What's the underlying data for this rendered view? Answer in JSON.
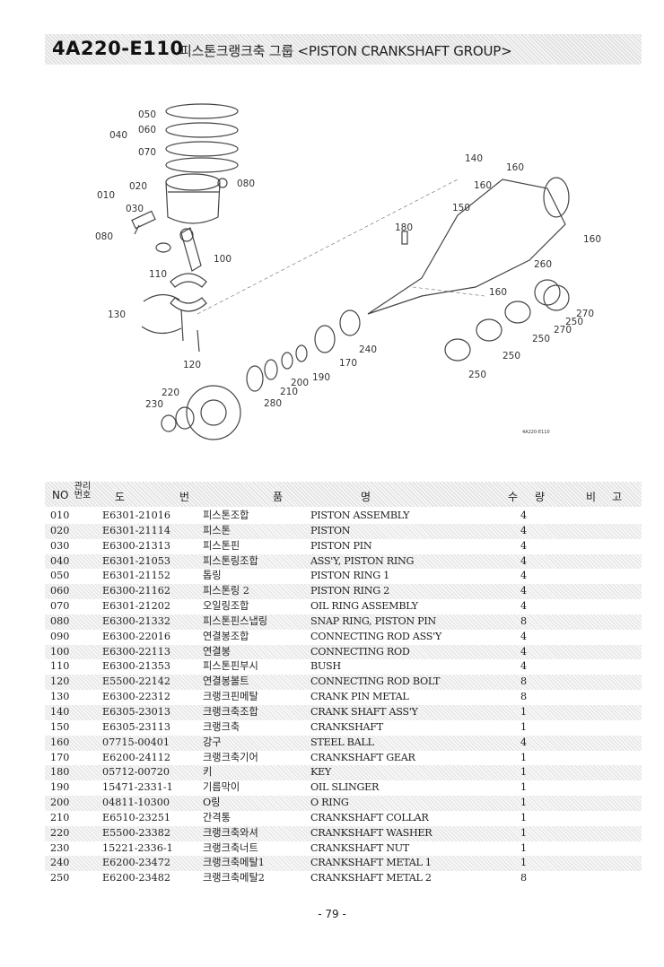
{
  "header": {
    "part_code": "4A220-E110",
    "title": "피스톤크랭크축 그룹 <PISTON CRANKSHAFT GROUP>"
  },
  "diagram": {
    "callouts": [
      "050",
      "040",
      "060",
      "070",
      "020",
      "080",
      "010",
      "030",
      "080",
      "110",
      "100",
      "130",
      "120",
      "140",
      "160",
      "160",
      "150",
      "180",
      "160",
      "260",
      "160",
      "250",
      "270",
      "270",
      "250",
      "240",
      "250",
      "170",
      "200",
      "190",
      "210",
      "280",
      "220",
      "230",
      "250"
    ],
    "figure_id": "4A220-E110"
  },
  "table": {
    "headers": {
      "no": "NO",
      "mgmt_no": "관리 번호",
      "part_no_1": "도",
      "part_no_2": "번",
      "name_1": "품",
      "name_2": "명",
      "qty_1": "수",
      "qty_2": "량",
      "remarks_1": "비",
      "remarks_2": "고"
    },
    "rows": [
      {
        "no": "010",
        "part_no": "E6301-21016",
        "name_kr": "피스톤조합",
        "name_en": "PISTON ASSEMBLY",
        "qty": "4"
      },
      {
        "no": "020",
        "part_no": "E6301-21114",
        "name_kr": "피스톤",
        "name_en": "PISTON",
        "qty": "4"
      },
      {
        "no": "030",
        "part_no": "E6300-21313",
        "name_kr": "피스톤핀",
        "name_en": "PISTON PIN",
        "qty": "4"
      },
      {
        "no": "040",
        "part_no": "E6301-21053",
        "name_kr": "피스톤링조합",
        "name_en": "ASS'Y, PISTON RING",
        "qty": "4"
      },
      {
        "no": "050",
        "part_no": "E6301-21152",
        "name_kr": "톱링",
        "name_en": "PISTON RING 1",
        "qty": "4"
      },
      {
        "no": "060",
        "part_no": "E6300-21162",
        "name_kr": "피스톤링 2",
        "name_en": "PISTON RING 2",
        "qty": "4"
      },
      {
        "no": "070",
        "part_no": "E6301-21202",
        "name_kr": "오일링조합",
        "name_en": "OIL RING ASSEMBLY",
        "qty": "4"
      },
      {
        "no": "080",
        "part_no": "E6300-21332",
        "name_kr": "피스톤핀스냅링",
        "name_en": "SNAP RING, PISTON PIN",
        "qty": "8"
      },
      {
        "no": "090",
        "part_no": "E6300-22016",
        "name_kr": "연결봉조합",
        "name_en": "CONNECTING ROD ASS'Y",
        "qty": "4"
      },
      {
        "no": "100",
        "part_no": "E6300-22113",
        "name_kr": "연결봉",
        "name_en": "CONNECTING ROD",
        "qty": "4"
      },
      {
        "no": "110",
        "part_no": "E6300-21353",
        "name_kr": "피스톤핀부시",
        "name_en": "BUSH",
        "qty": "4"
      },
      {
        "no": "120",
        "part_no": "E5500-22142",
        "name_kr": "연결봉볼트",
        "name_en": "CONNECTING ROD BOLT",
        "qty": "8"
      },
      {
        "no": "130",
        "part_no": "E6300-22312",
        "name_kr": "크랭크핀메탈",
        "name_en": "CRANK PIN METAL",
        "qty": "8"
      },
      {
        "no": "140",
        "part_no": "E6305-23013",
        "name_kr": "크랭크축조합",
        "name_en": "CRANK SHAFT ASS'Y",
        "qty": "1"
      },
      {
        "no": "150",
        "part_no": "E6305-23113",
        "name_kr": "크랭크축",
        "name_en": "CRANKSHAFT",
        "qty": "1"
      },
      {
        "no": "160",
        "part_no": "07715-00401",
        "name_kr": "강구",
        "name_en": "STEEL BALL",
        "qty": "4"
      },
      {
        "no": "170",
        "part_no": "E6200-24112",
        "name_kr": "크랭크축기어",
        "name_en": "CRANKSHAFT GEAR",
        "qty": "1"
      },
      {
        "no": "180",
        "part_no": "05712-00720",
        "name_kr": "키",
        "name_en": "KEY",
        "qty": "1"
      },
      {
        "no": "190",
        "part_no": "15471-2331-1",
        "name_kr": "기름막이",
        "name_en": "OIL SLINGER",
        "qty": "1"
      },
      {
        "no": "200",
        "part_no": "04811-10300",
        "name_kr": "O링",
        "name_en": "O RING",
        "qty": "1"
      },
      {
        "no": "210",
        "part_no": "E6510-23251",
        "name_kr": "간격통",
        "name_en": "CRANKSHAFT COLLAR",
        "qty": "1"
      },
      {
        "no": "220",
        "part_no": "E5500-23382",
        "name_kr": "크랭크축와셔",
        "name_en": "CRANKSHAFT WASHER",
        "qty": "1"
      },
      {
        "no": "230",
        "part_no": "15221-2336-1",
        "name_kr": "크랭크축너트",
        "name_en": "CRANKSHAFT NUT",
        "qty": "1"
      },
      {
        "no": "240",
        "part_no": "E6200-23472",
        "name_kr": "크랭크축메탈1",
        "name_en": "CRANKSHAFT METAL 1",
        "qty": "1"
      },
      {
        "no": "250",
        "part_no": "E6200-23482",
        "name_kr": "크랭크축메탈2",
        "name_en": "CRANKSHAFT METAL 2",
        "qty": "8"
      }
    ]
  },
  "footer": {
    "page_number": "- 79 -"
  }
}
